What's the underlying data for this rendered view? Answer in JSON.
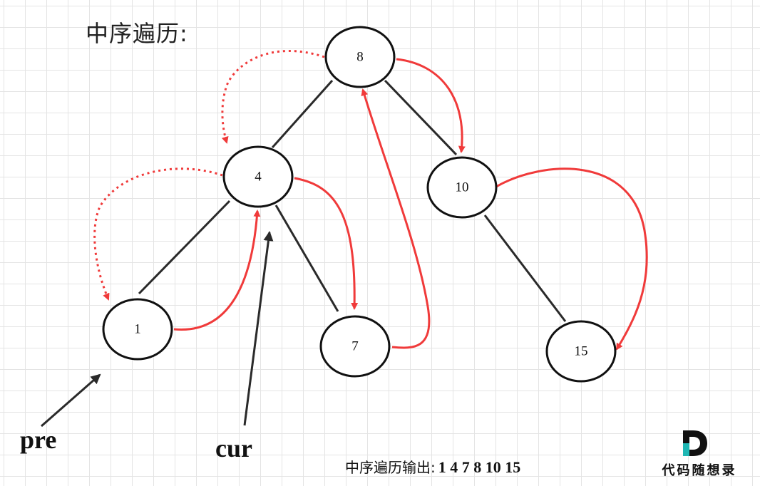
{
  "title": "中序遍历:",
  "nodes": [
    {
      "id": "n8",
      "label": "8"
    },
    {
      "id": "n4",
      "label": "4"
    },
    {
      "id": "n10",
      "label": "10"
    },
    {
      "id": "n1",
      "label": "1"
    },
    {
      "id": "n7",
      "label": "7"
    },
    {
      "id": "n15",
      "label": "15"
    }
  ],
  "pointers": {
    "pre": "pre",
    "cur": "cur"
  },
  "output": {
    "label": "中序遍历输出:",
    "sequence": "1 4 7 8 10 15"
  },
  "logo": {
    "text": "代码随想录"
  },
  "colors": {
    "traversal_arrow": "#f03a3a",
    "edge": "#2a2a2a",
    "logo_teal": "#1fb7b4"
  }
}
